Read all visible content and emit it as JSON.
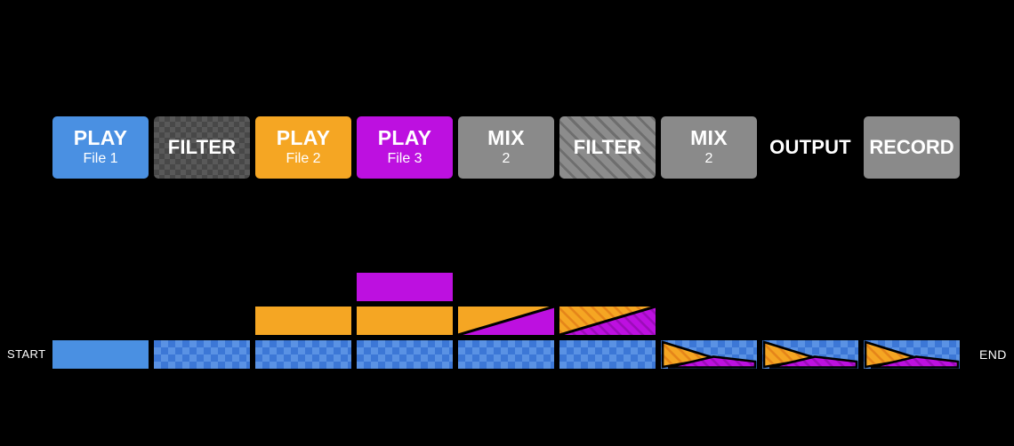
{
  "pipeline": {
    "blocks": [
      {
        "id": "play-file1",
        "label": "PLAY",
        "sublabel": "File 1",
        "style": "solid-blue"
      },
      {
        "id": "filter-1",
        "label": "FILTER",
        "style": "checkerboard-gray"
      },
      {
        "id": "play-file2",
        "label": "PLAY",
        "sublabel": "File 2",
        "style": "solid-orange"
      },
      {
        "id": "play-file3",
        "label": "PLAY",
        "sublabel": "File 3",
        "style": "solid-magenta"
      },
      {
        "id": "mix-1",
        "label": "MIX",
        "sublabel": "2",
        "style": "solid-gray"
      },
      {
        "id": "filter-2",
        "label": "FILTER",
        "style": "diagonal-hatch-gray"
      },
      {
        "id": "mix-2",
        "label": "MIX",
        "sublabel": "2",
        "style": "solid-gray"
      },
      {
        "id": "output",
        "label": "OUTPUT",
        "style": "text-only"
      },
      {
        "id": "record",
        "label": "RECORD",
        "style": "solid-gray"
      }
    ]
  },
  "timeline": {
    "start_label": "START",
    "end_label": "END",
    "columns": 9,
    "lanes": [
      {
        "name": "file3-lane",
        "segments": [
          {
            "col": 4,
            "pattern": "magenta-solid"
          }
        ]
      },
      {
        "name": "file2-lane",
        "segments": [
          {
            "col": 3,
            "pattern": "orange-solid"
          },
          {
            "col": 4,
            "pattern": "orange-solid"
          },
          {
            "col": 5,
            "pattern": "orange-magenta-diagonal-split"
          },
          {
            "col": 6,
            "pattern": "orange-magenta-diagonal-split-hatched"
          }
        ]
      },
      {
        "name": "file1-lane",
        "segments": [
          {
            "col": 1,
            "pattern": "blue-solid"
          },
          {
            "col": 2,
            "pattern": "blue-checker"
          },
          {
            "col": 3,
            "pattern": "blue-checker"
          },
          {
            "col": 4,
            "pattern": "blue-checker"
          },
          {
            "col": 5,
            "pattern": "blue-checker"
          },
          {
            "col": 6,
            "pattern": "blue-checker"
          },
          {
            "col": 7,
            "pattern": "blue-checker-with-orange-magenta-hatched-wedges"
          },
          {
            "col": 8,
            "pattern": "blue-checker-with-orange-magenta-hatched-wedges"
          },
          {
            "col": 9,
            "pattern": "blue-checker-with-orange-magenta-hatched-wedges"
          }
        ]
      }
    ]
  },
  "colors": {
    "background": "#000000",
    "blue": "#4a90e2",
    "orange": "#f5a623",
    "magenta": "#bd10e0",
    "gray": "#8a8a8a",
    "checker_gray_light": "#595959",
    "checker_gray_dark": "#484848",
    "checker_blue_light": "#5a92e4",
    "checker_blue_dark": "#3c77d6",
    "orange_hatch_stripe": "#e5851a",
    "magenta_hatch_stripe": "#9c0cba",
    "text": "#ffffff"
  }
}
